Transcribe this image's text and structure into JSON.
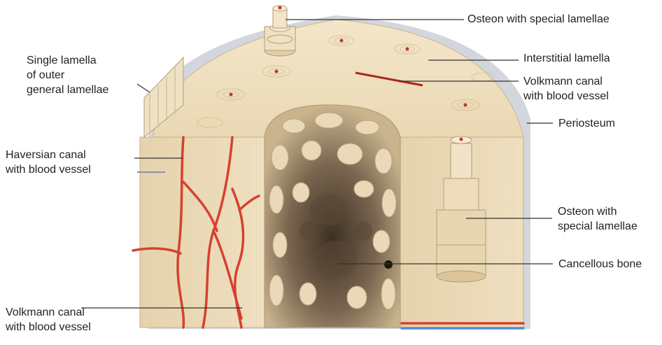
{
  "labels": {
    "osteon_top": {
      "lines": [
        "Osteon with special lamellae"
      ]
    },
    "interstitial": {
      "lines": [
        "Interstitial lamella"
      ]
    },
    "volkmann_top": {
      "lines": [
        "Volkmann canal",
        "with blood vessel"
      ]
    },
    "periosteum": {
      "lines": [
        "Periosteum"
      ]
    },
    "osteon_side": {
      "lines": [
        "Osteon with",
        "special lamellae"
      ]
    },
    "cancellous": {
      "lines": [
        "Cancellous bone"
      ]
    },
    "single_lamella": {
      "lines": [
        "Single lamella",
        "of outer",
        "general lamellae"
      ]
    },
    "haversian": {
      "lines": [
        "Haversian canal",
        "with blood vessel"
      ]
    },
    "volkmann_bottom": {
      "lines": [
        "Volkmann canal",
        "with blood vessel"
      ]
    }
  },
  "colors": {
    "bone": "#ecdcba",
    "bone_dark": "#d9c49a",
    "bone_light": "#f5ead3",
    "cancellous_shadow": "#6b5a44",
    "vessel_red": "#d6412e",
    "vessel_blue": "#4d8fd0",
    "periosteum": "#c9cdd4",
    "leader": "#333333"
  }
}
